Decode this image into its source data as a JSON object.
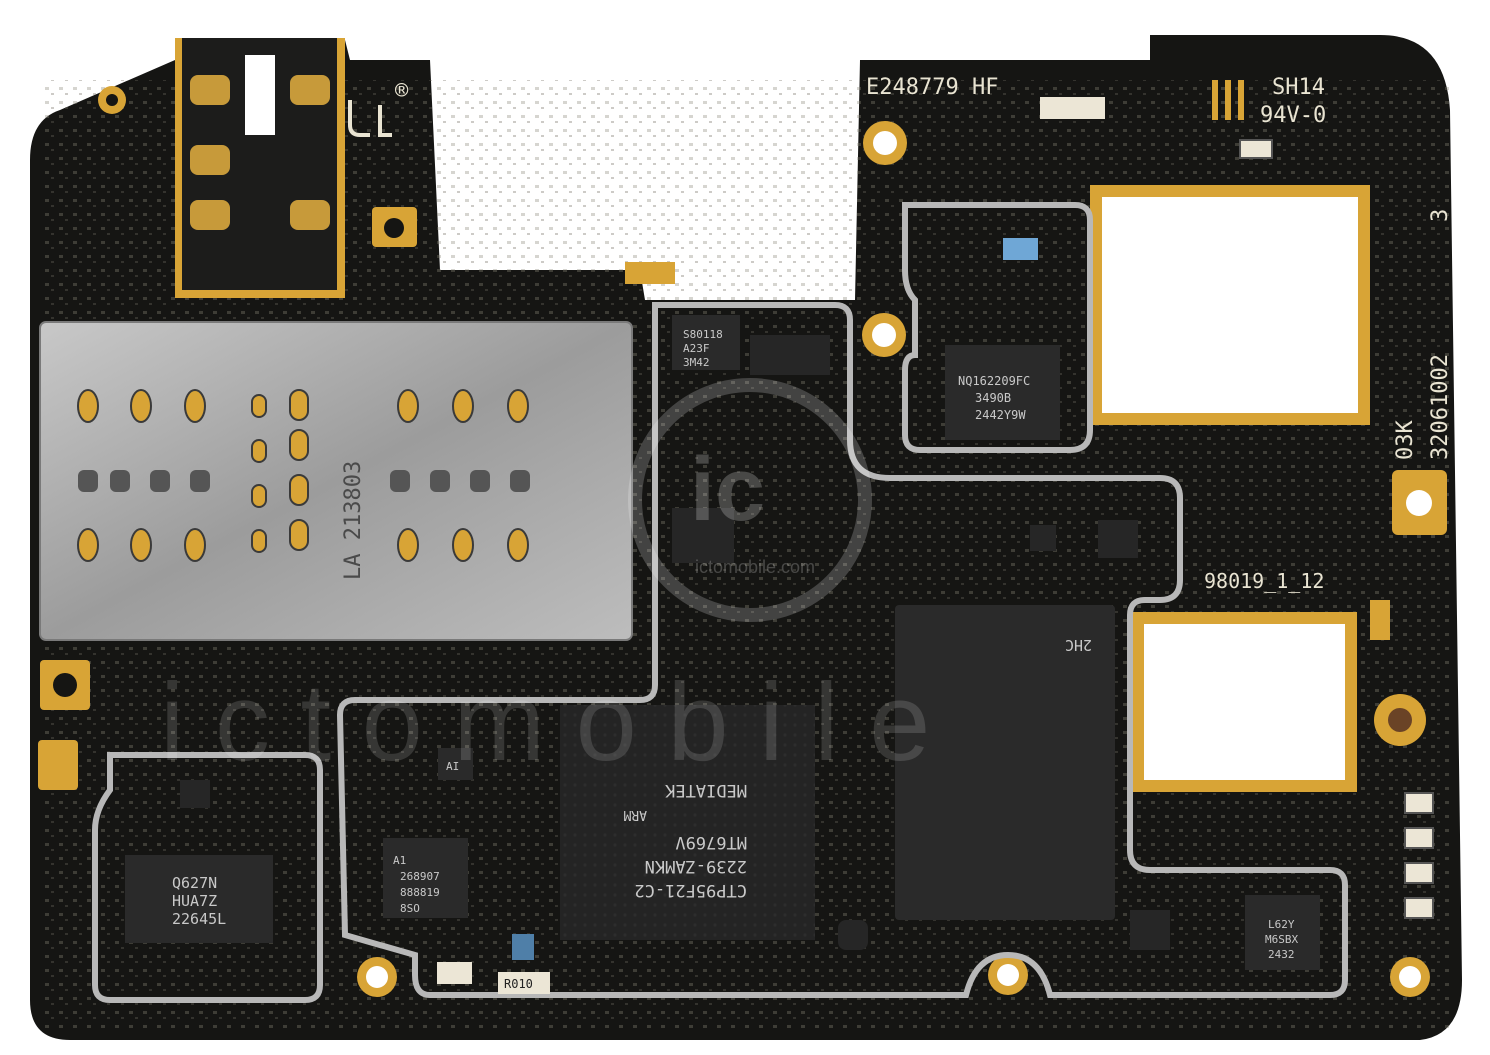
{
  "silkscreen": {
    "cert_code": "E248779 HF",
    "rating_line1": "SH14",
    "rating_line2": "94V-0",
    "ul_registered": "®",
    "side_code_1": "03K",
    "side_code_2": "32061002",
    "version_digit": "3",
    "board_id": "98019_1_12",
    "sim_tray_marking": "LA 213803"
  },
  "chips": {
    "soc": {
      "line1": "MEDIATEK",
      "line2": "ARM",
      "line3": "MT6769V",
      "line4": "2239-ZAMKN",
      "line5": "CTP95F21-C2"
    },
    "memory": {
      "marking": "2HC"
    },
    "pmic": {
      "line1": "Q627N",
      "line2": "HUA7Z",
      "line3": "22645L"
    },
    "nfc": {
      "line1": "NQ162209FC",
      "line2": "3490B",
      "line3": "2442Y9W"
    },
    "small_ic": {
      "line1": "S80118",
      "line2": "A23F",
      "line3": "3M42"
    },
    "audio": {
      "line1": "A1",
      "line2": "268907",
      "line3": "888819",
      "line4": "8SO"
    },
    "charger": {
      "line1": "L62Y",
      "line2": "M6SBX",
      "line3": "2432"
    },
    "ai_chip": {
      "marking": "AI"
    },
    "resistor": {
      "marking": "R010"
    }
  },
  "watermark": {
    "logo_letters": "ic",
    "site": "ictomobile.com",
    "big_text": "i c t o m o b i l e"
  },
  "colors": {
    "pcb": "#151513",
    "gold": "#d8a436",
    "shield": "#a9a9a9",
    "chip": "#2b2b2b"
  }
}
